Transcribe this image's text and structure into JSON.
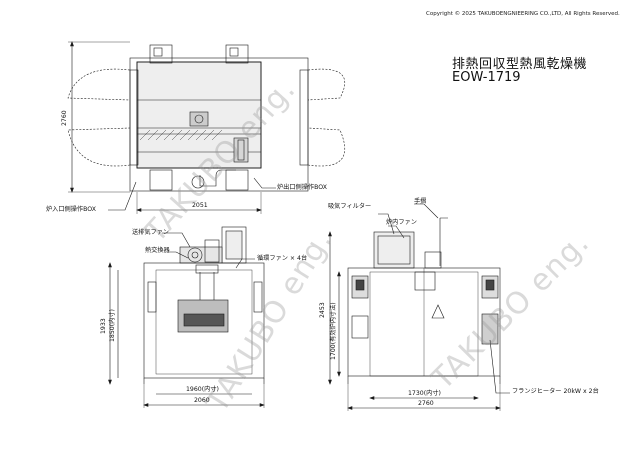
{
  "copyright": "Copyright © 2025 TAKUBOENGNIEERING CO.,LTD, All Rights Reserved.",
  "title": {
    "name": "排熱回収型熱風乾燥機",
    "model": "EOW-1719"
  },
  "top_view": {
    "dim_depth": "2760",
    "dim_width": "2051",
    "label_inlet_box": "炉入口側操作BOX",
    "label_outlet_box": "炉出口側操作BOX"
  },
  "front_view": {
    "label_exhaust_fan": "送排気ファン",
    "label_heat_exchanger": "熱交換器",
    "label_circulation_fan": "循環ファン × 4台",
    "dim_height_outer": "1933",
    "dim_height_inner": "1850(内寸)",
    "dim_width_inner": "1960(内寸)",
    "dim_width_outer": "2060"
  },
  "side_view": {
    "label_intake_filter": "吸気フィルター",
    "label_furnace_fan": "炉内ファン",
    "label_handrail": "手摺",
    "label_flange_heater": "フランジヒーター 20kW x 2台",
    "dim_height_total": "2453",
    "dim_height_effective": "1700(有効炉内寸法)",
    "dim_width_inner": "1730(内寸)",
    "dim_width_outer": "2760"
  },
  "watermark": "TAKUBO eng."
}
